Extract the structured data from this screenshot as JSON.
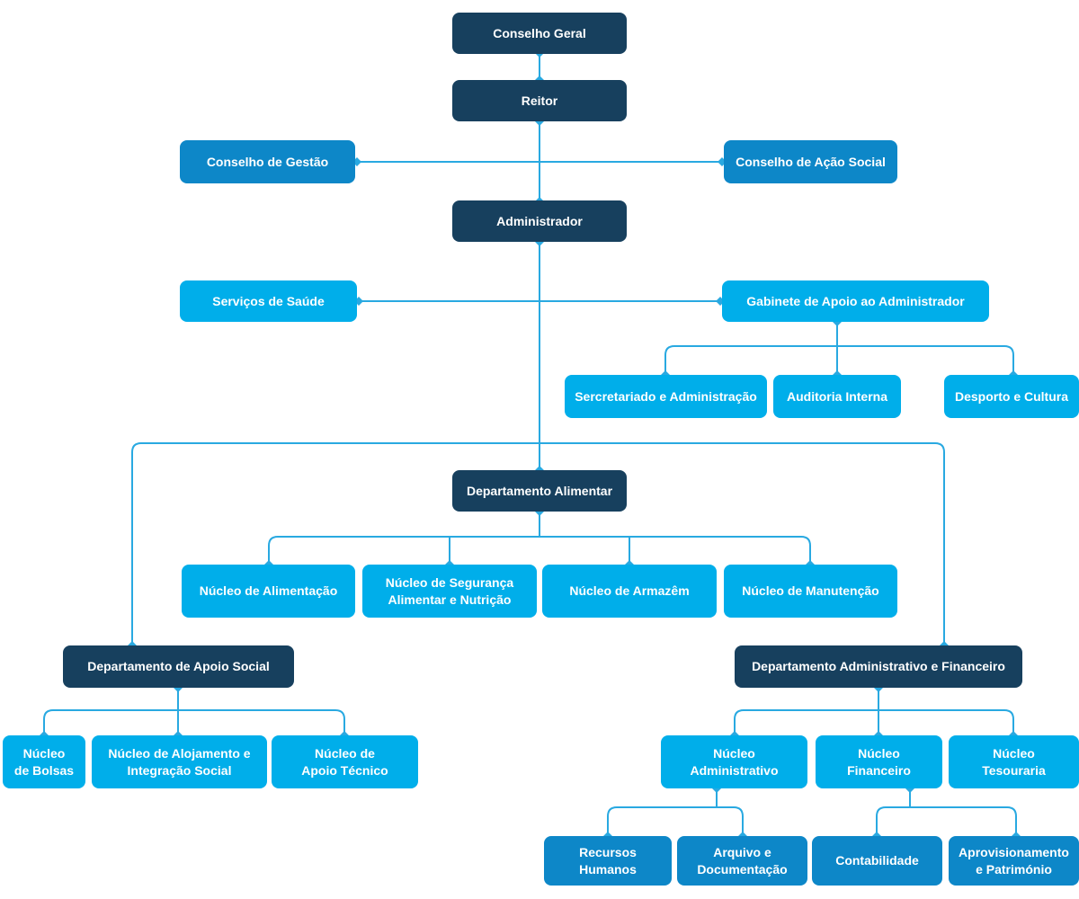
{
  "diagram_type": "organizational-chart",
  "palette": {
    "dark_navy": "#17405e",
    "medium_blue": "#0d87c8",
    "cyan": "#00aeea",
    "connector": "#29a9e1",
    "background": "#ffffff",
    "text_on_box": "#ffffff"
  },
  "nodes": {
    "conselho_geral": "Conselho Geral",
    "reitor": "Reitor",
    "conselho_gestao": "Conselho de Gestão",
    "conselho_acao_social": "Conselho de Ação Social",
    "administrador": "Administrador",
    "servicos_saude": "Serviços de Saúde",
    "gabinete_apoio": "Gabinete de Apoio ao Administrador",
    "secretariado": "Sercretariado e Administração",
    "auditoria": "Auditoria Interna",
    "desporto": "Desporto e Cultura",
    "dep_alimentar": "Departamento Alimentar",
    "nucleo_alimentacao": "Núcleo de Alimentação",
    "nucleo_seguranca": "Núcleo de Segurança\nAlimentar e Nutrição",
    "nucleo_armazem": "Núcleo de Armazêm",
    "nucleo_manutencao": "Núcleo de Manutenção",
    "dep_apoio_social": "Departamento de Apoio Social",
    "nucleo_bolsas": "Núcleo\nde Bolsas",
    "nucleo_alojamento": "Núcleo de Alojamento e\nIntegração Social",
    "nucleo_apoio_tecnico": "Núcleo de\nApoio Técnico",
    "dep_admin_financeiro": "Departamento Administrativo e Financeiro",
    "nucleo_administrativo": "Núcleo\nAdministrativo",
    "nucleo_financeiro": "Núcleo\nFinanceiro",
    "nucleo_tesouraria": "Núcleo\nTesouraria",
    "recursos_humanos": "Recursos\nHumanos",
    "arquivo": "Arquivo e\nDocumentação",
    "contabilidade": "Contabilidade",
    "aprovisionamento": "Aprovisionamento\ne Património"
  },
  "edges": [
    [
      "Conselho Geral",
      "Reitor"
    ],
    [
      "Reitor",
      "Conselho de Gestão"
    ],
    [
      "Reitor",
      "Conselho de Ação Social"
    ],
    [
      "Reitor",
      "Administrador"
    ],
    [
      "Administrador",
      "Serviços de Saúde"
    ],
    [
      "Administrador",
      "Gabinete de Apoio ao Administrador"
    ],
    [
      "Gabinete de Apoio ao Administrador",
      "Sercretariado e Administração"
    ],
    [
      "Gabinete de Apoio ao Administrador",
      "Auditoria Interna"
    ],
    [
      "Gabinete de Apoio ao Administrador",
      "Desporto e Cultura"
    ],
    [
      "Administrador",
      "Departamento Alimentar"
    ],
    [
      "Administrador",
      "Departamento de Apoio Social"
    ],
    [
      "Administrador",
      "Departamento Administrativo e Financeiro"
    ],
    [
      "Departamento Alimentar",
      "Núcleo de Alimentação"
    ],
    [
      "Departamento Alimentar",
      "Núcleo de Segurança Alimentar e Nutrição"
    ],
    [
      "Departamento Alimentar",
      "Núcleo de Armazêm"
    ],
    [
      "Departamento Alimentar",
      "Núcleo de Manutenção"
    ],
    [
      "Departamento de Apoio Social",
      "Núcleo de Bolsas"
    ],
    [
      "Departamento de Apoio Social",
      "Núcleo de Alojamento e Integração Social"
    ],
    [
      "Departamento de Apoio Social",
      "Núcleo de Apoio Técnico"
    ],
    [
      "Departamento Administrativo e Financeiro",
      "Núcleo Administrativo"
    ],
    [
      "Departamento Administrativo e Financeiro",
      "Núcleo Financeiro"
    ],
    [
      "Departamento Administrativo e Financeiro",
      "Núcleo Tesouraria"
    ],
    [
      "Núcleo Administrativo",
      "Recursos Humanos"
    ],
    [
      "Núcleo Administrativo",
      "Arquivo e Documentação"
    ],
    [
      "Núcleo Financeiro",
      "Contabilidade"
    ],
    [
      "Núcleo Financeiro",
      "Aprovisionamento e Património"
    ]
  ]
}
